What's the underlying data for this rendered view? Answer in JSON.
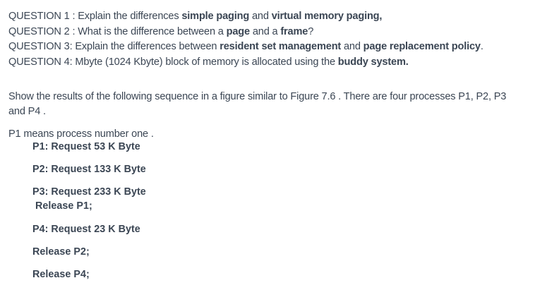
{
  "document": {
    "text_color": "#3b4654",
    "background_color": "#ffffff",
    "questions": [
      {
        "id": "question-1",
        "prefix": "QUESTION 1 : Explain the differences ",
        "bold1": "simple paging",
        "mid": " and ",
        "bold2": "virtual memory paging,",
        "suffix": ""
      },
      {
        "id": "question-2",
        "prefix": "QUESTION 2 : What is the difference between a ",
        "bold1": "page",
        "mid": " and a ",
        "bold2": "frame",
        "suffix": "?"
      },
      {
        "id": "question-3",
        "prefix": "QUESTION 3: Explain the differences between ",
        "bold1": "resident set management",
        "mid": " and ",
        "bold2": "page replacement policy",
        "suffix": "."
      },
      {
        "id": "question-4",
        "prefix": "QUESTION 4:  Mbyte  (1024 Kbyte) block of memory is allocated using the ",
        "bold1": "buddy system.",
        "mid": "",
        "bold2": "",
        "suffix": ""
      }
    ],
    "paragraphs": {
      "show_results": "Show the results of the following sequence in a figure similar to Figure 7.6 . There are four processes P1, P2, P3 and P4 .",
      "p1_means": "P1 means process number one ."
    },
    "sequence": [
      {
        "main": "P1: Request 53 K Byte",
        "sub": ""
      },
      {
        "main": "P2: Request 133 K Byte",
        "sub": ""
      },
      {
        "main": "P3: Request 233 K Byte",
        "sub": "Release P1;"
      },
      {
        "main": "P4: Request 23 K Byte",
        "sub": ""
      },
      {
        "main": "Release P2;",
        "sub": ""
      },
      {
        "main": "Release P4;",
        "sub": ""
      }
    ]
  }
}
